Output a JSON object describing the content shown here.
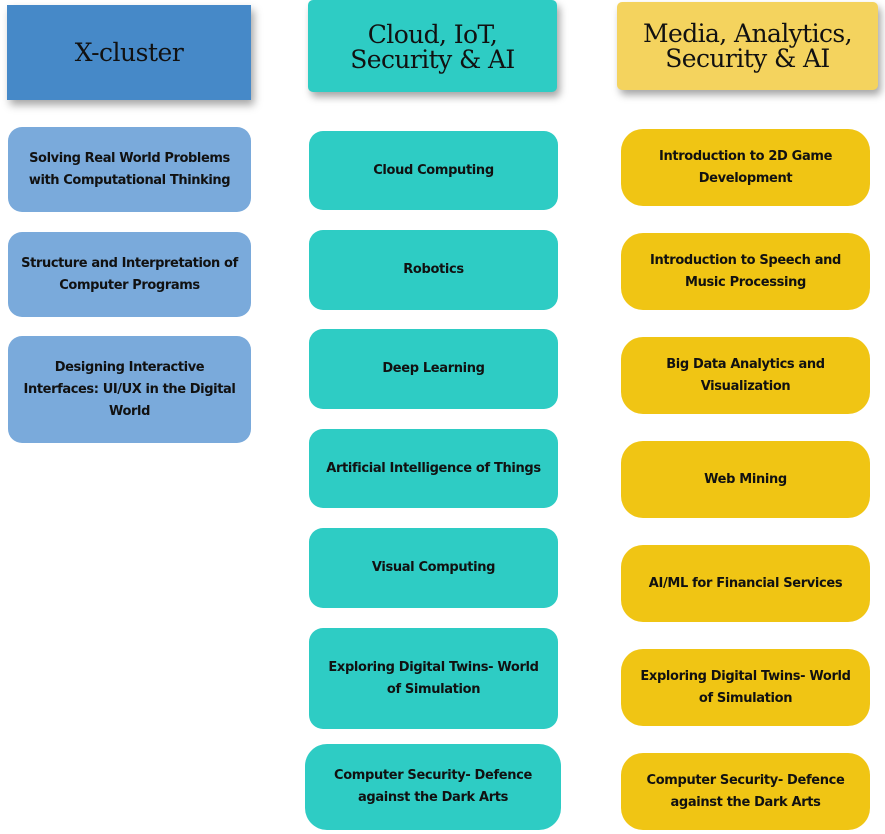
{
  "colors": {
    "xcluster_header": "#4689C8",
    "xcluster_card": "#7AAADB",
    "cloud_header": "#2ECCC4",
    "cloud_card": "#2ECCC4",
    "media_header": "#F4D35E",
    "media_card": "#F0C514",
    "text": "#111111"
  },
  "columns": [
    {
      "title_lines": [
        "X-cluster"
      ],
      "courses": [
        "Solving Real World Problems with Computational Thinking",
        "Structure and Interpretation of Computer Programs",
        "Designing Interactive Interfaces: UI/UX in the Digital World"
      ]
    },
    {
      "title_lines": [
        "Cloud, IoT,",
        "Security & AI"
      ],
      "courses": [
        "Cloud Computing",
        "Robotics",
        "Deep Learning",
        "Artificial Intelligence of Things",
        "Visual Computing",
        "Exploring Digital Twins- World of Simulation",
        "Computer Security- Defence against the Dark Arts"
      ]
    },
    {
      "title_lines": [
        "Media, Analytics,",
        "Security & AI"
      ],
      "courses": [
        "Introduction to 2D Game Development",
        "Introduction to Speech and Music Processing",
        "Big Data Analytics and Visualization",
        "Web Mining",
        "AI/ML for Financial Services",
        "Exploring Digital Twins- World of Simulation",
        "Computer Security- Defence against the Dark Arts"
      ]
    }
  ]
}
